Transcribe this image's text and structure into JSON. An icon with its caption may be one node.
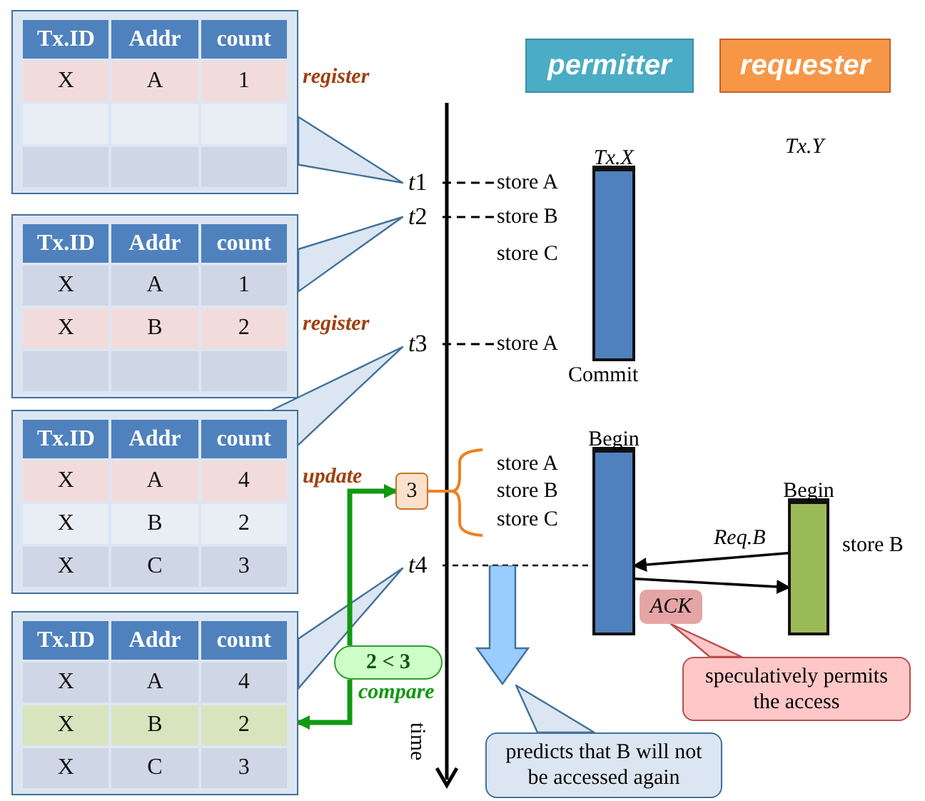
{
  "diagram": {
    "nodes": [
      {
        "text": [
          "permitter"
        ]
      },
      {
        "text": [
          "requester"
        ]
      },
      {
        "text": [
          "Tx.ID",
          "Addr",
          "count",
          "X",
          "A",
          "1"
        ],
        "beside": [
          "register"
        ]
      },
      {
        "text": [
          "t1"
        ]
      },
      {
        "text": [
          "Tx.X"
        ],
        "beside": [
          "Commit"
        ]
      },
      {
        "text": [
          "Tx.ID",
          "Addr",
          "count",
          "X",
          "A",
          "1",
          "X",
          "B",
          "2"
        ],
        "beside": [
          "register"
        ]
      },
      {
        "text": [
          "t2"
        ]
      },
      {
        "text": [
          "t3"
        ]
      },
      {
        "text": [
          "Tx.ID",
          "Addr",
          "count",
          "X",
          "A",
          "4",
          "X",
          "B",
          "2",
          "X",
          "C",
          "3"
        ],
        "beside": [
          "update"
        ]
      },
      {
        "text": [
          "3"
        ]
      },
      {
        "text": [
          "Begin"
        ]
      },
      {
        "text": [
          "Begin"
        ],
        "beside": [
          "store B"
        ]
      },
      {
        "text": [
          "t4"
        ]
      },
      {
        "text": [
          "ACK"
        ]
      },
      {
        "text": [],
        "shape": "arrow"
      },
      {
        "text": [
          "2 < 3"
        ],
        "beside": [
          "compare"
        ]
      },
      {
        "text": [
          "Tx.ID",
          "Addr",
          "count",
          "X",
          "A",
          "4",
          "X",
          "B",
          "2",
          "X",
          "C",
          "3"
        ]
      },
      {
        "text": [
          "speculatively permits the access"
        ]
      },
      {
        "text": [
          "predicts that B will not be accessed again"
        ]
      }
    ],
    "edges": [
      {
        "from": 2,
        "to": 3,
        "arrow": "none",
        "color": "#41719c"
      },
      {
        "from": 5,
        "to": 6,
        "arrow": "none",
        "color": "#41719c"
      },
      {
        "from": 8,
        "to": 7,
        "arrow": "none",
        "color": "#41719c"
      },
      {
        "from": 16,
        "to": 12,
        "arrow": "none",
        "color": "#41719c"
      },
      {
        "from": 11,
        "to": 10,
        "arrow": "to",
        "label": "Req.B",
        "color": "#000000"
      },
      {
        "from": 10,
        "to": 11,
        "arrow": "to",
        "color": "#000000"
      },
      {
        "from": 17,
        "to": 13,
        "arrow": "none",
        "color": "#b9504d"
      },
      {
        "from": 18,
        "to": 14,
        "arrow": "none",
        "color": "#41719c"
      },
      {
        "from": 15,
        "to": 9,
        "arrow": "to",
        "style": "thick",
        "color": "#119911"
      },
      {
        "from": 15,
        "to": 16,
        "arrow": "to",
        "style": "thick",
        "color": "#119911"
      }
    ],
    "labels": [
      "Tx.Y",
      "store A",
      "store B",
      "store C",
      "store A",
      "store A",
      "store B",
      "store C",
      "time"
    ]
  }
}
